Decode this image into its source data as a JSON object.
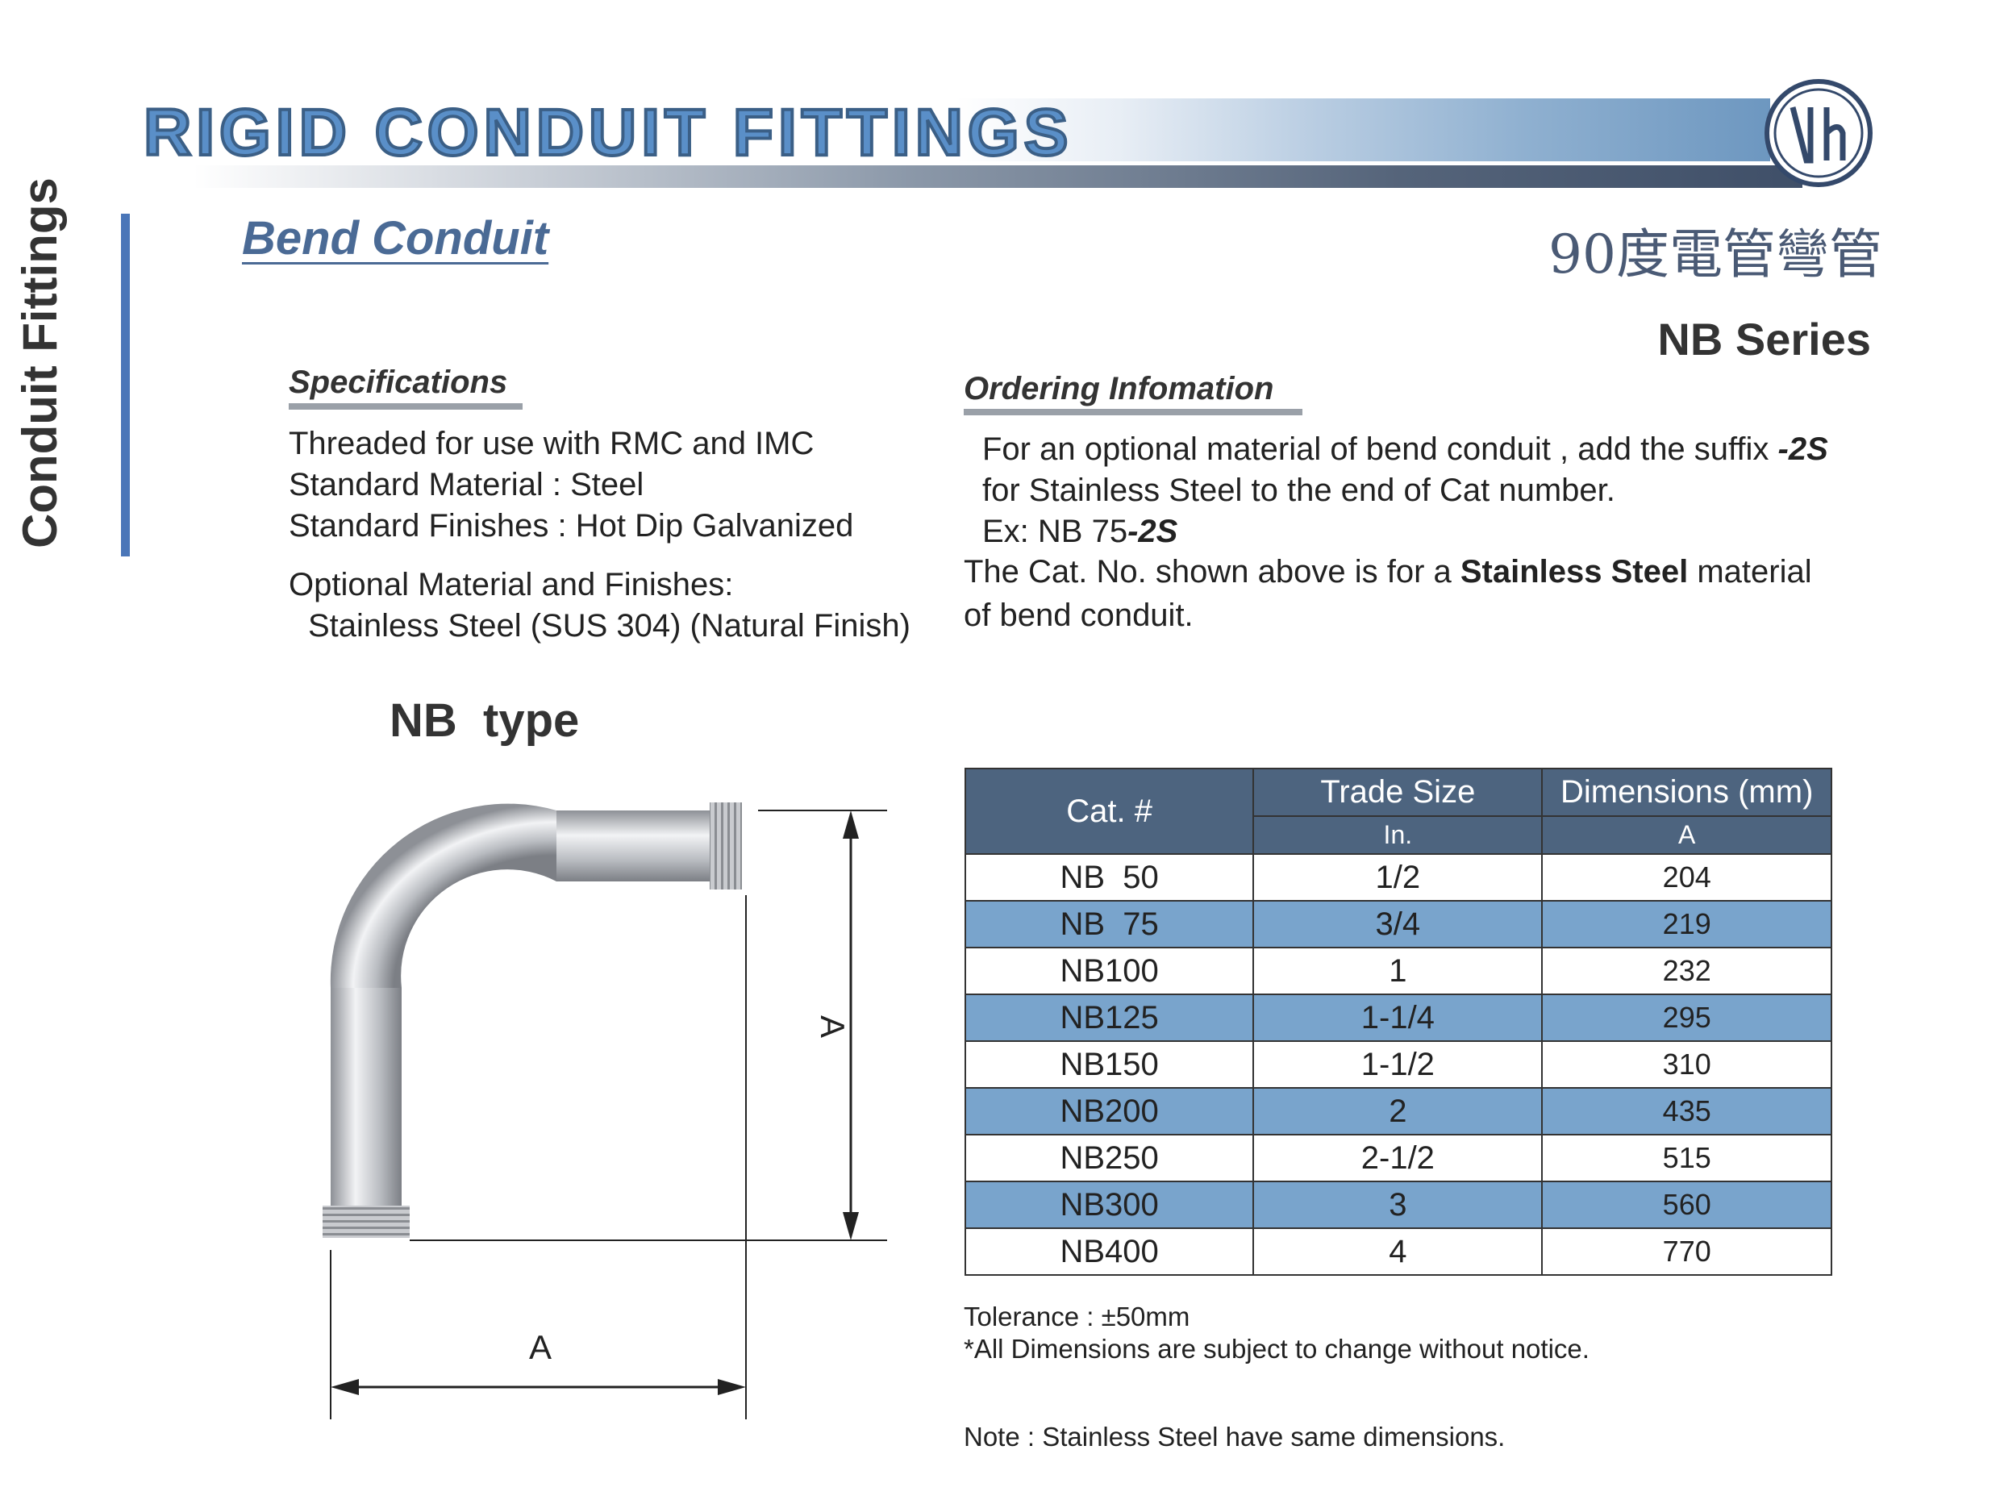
{
  "header": {
    "title": "RIGID CONDUIT FITTINGS",
    "logo_icon": "vh-circle-logo-icon"
  },
  "side_tab": {
    "label": "Conduit Fittings"
  },
  "product": {
    "title": "Bend Conduit",
    "chinese_title": "90度電管彎管",
    "series": "NB Series"
  },
  "specifications": {
    "heading": "Specifications",
    "lines": [
      "Threaded for use with RMC and IMC",
      "Standard Material : Steel",
      "Standard Finishes : Hot Dip Galvanized"
    ],
    "optional_heading": "Optional Material and Finishes:",
    "optional_line": "Stainless Steel (SUS 304) (Natural Finish)"
  },
  "ordering": {
    "heading": "Ordering Infomation",
    "line1_pre": "For an optional material of bend conduit , add the suffix ",
    "suffix": "-2S",
    "line2": "for Stainless Steel to the end of Cat number.",
    "example_pre": "Ex: NB 75",
    "example_suffix": "-2S",
    "note_pre": "The Cat. No. shown above is for a ",
    "note_bold": "Stainless Steel",
    "note_post": " material",
    "note_line2": "of bend conduit."
  },
  "type_title": "NB  type",
  "drawing": {
    "dim_label_vertical": "A",
    "dim_label_horizontal": "A"
  },
  "table": {
    "headers": {
      "cat": "Cat. #",
      "trade_size": "Trade Size",
      "trade_size_unit": "In.",
      "dimensions": "Dimensions (mm)",
      "dimensions_sub": "A"
    },
    "rows": [
      {
        "cat": "NB  50",
        "size": "1/2",
        "a": "204"
      },
      {
        "cat": "NB  75",
        "size": "3/4",
        "a": "219"
      },
      {
        "cat": "NB100",
        "size": "1",
        "a": "232"
      },
      {
        "cat": "NB125",
        "size": "1-1/4",
        "a": "295"
      },
      {
        "cat": "NB150",
        "size": "1-1/2",
        "a": "310"
      },
      {
        "cat": "NB200",
        "size": "2",
        "a": "435"
      },
      {
        "cat": "NB250",
        "size": "2-1/2",
        "a": "515"
      },
      {
        "cat": "NB300",
        "size": "3",
        "a": "560"
      },
      {
        "cat": "NB400",
        "size": "4",
        "a": "770"
      }
    ]
  },
  "tolerance": "Tolerance : ±50mm",
  "disclaimer": "*All Dimensions are subject to change without notice.",
  "note": "Note : Stainless Steel have same dimensions.",
  "colors": {
    "header_blue": "#5a8fc8",
    "table_header": "#4d647f",
    "table_alt_row": "#79a4cc",
    "side_bar": "#4a76b8"
  }
}
